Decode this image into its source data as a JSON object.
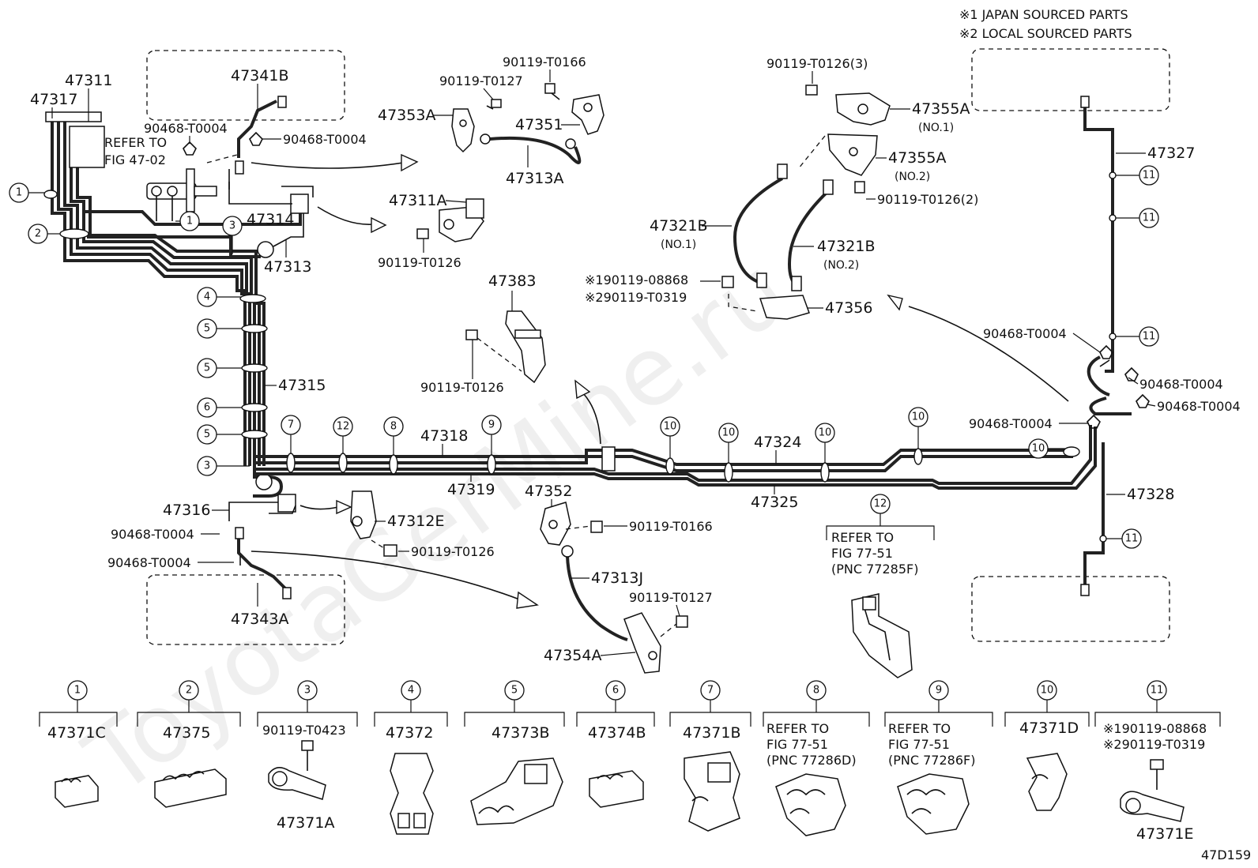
{
  "notes": {
    "japan": "※1 JAPAN SOURCED PARTS",
    "local": "※2 LOCAL SOURCED PARTS"
  },
  "fig_code": "47D159",
  "watermark": "ToyotaGerMine.ru",
  "labels": {
    "p47311": "47311",
    "p47317": "47317",
    "p47341B": "47341B",
    "p90468_a": "90468-T0004",
    "p90468_b": "90468-T0004",
    "refer_fig_1": "REFER TO",
    "refer_fig_2": "FIG 47-02",
    "p47314": "47314",
    "p47313": "47313",
    "p47315": "47315",
    "p47316": "47316",
    "p90468_c": "90468-T0004",
    "p90468_d": "90468-T0004",
    "p47343A": "47343A",
    "p90119_T0166_a": "90119-T0166",
    "p90119_T0127_a": "90119-T0127",
    "p47353A": "47353A",
    "p47351": "47351",
    "p47313A": "47313A",
    "p47311A": "47311A",
    "p90119_T0126_a": "90119-T0126",
    "p47383": "47383",
    "p90119_T0126_b": "90119-T0126",
    "p47318": "47318",
    "p47319": "47319",
    "p47312E": "47312E",
    "p90119_T0126_c": "90119-T0126",
    "p47352": "47352",
    "p90119_T0166_b": "90119-T0166",
    "p47313J": "47313J",
    "p90119_T0127_b": "90119-T0127",
    "p47354A": "47354A",
    "p90119_T0126_3": "90119-T0126(3)",
    "p47355A_1": "47355A",
    "no1_a": "(NO.1)",
    "p47355A_2": "47355A",
    "no2_a": "(NO.2)",
    "p90119_T0126_2": "90119-T0126(2)",
    "p47321B_1": "47321B",
    "no1_b": "(NO.1)",
    "p47321B_2": "47321B",
    "no2_b": "(NO.2)",
    "p90119_08868": "※190119-08868",
    "p90119_T0319": "※290119-T0319",
    "p47356": "47356",
    "p47324": "47324",
    "p47325": "47325",
    "refer_77_51_a1": "REFER TO",
    "refer_77_51_a2": "FIG 77-51",
    "refer_77_51_a3": "(PNC 77285F)",
    "p47327": "47327",
    "p90468_e": "90468-T0004",
    "p90468_f": "90468-T0004",
    "p90468_g": "90468-T0004",
    "p90468_h": "90468-T0004",
    "p47328": "47328"
  },
  "legend": [
    {
      "num": "1",
      "lines": [
        "47371C"
      ]
    },
    {
      "num": "2",
      "lines": [
        "47375"
      ]
    },
    {
      "num": "3",
      "lines": [
        "90119-T0423",
        "47371A"
      ]
    },
    {
      "num": "4",
      "lines": [
        "47372"
      ]
    },
    {
      "num": "5",
      "lines": [
        "47373B"
      ]
    },
    {
      "num": "6",
      "lines": [
        "47374B"
      ]
    },
    {
      "num": "7",
      "lines": [
        "47371B"
      ]
    },
    {
      "num": "8",
      "lines": [
        "REFER TO",
        "FIG 77-51",
        "(PNC 77286D)"
      ]
    },
    {
      "num": "9",
      "lines": [
        "REFER TO",
        "FIG 77-51",
        "(PNC 77286F)"
      ]
    },
    {
      "num": "10",
      "lines": [
        "47371D"
      ]
    },
    {
      "num": "11",
      "lines": [
        "※190119-08868",
        "※290119-T0319",
        "47371E"
      ]
    }
  ],
  "callouts": {
    "c1": "1",
    "c2": "2",
    "c3": "3",
    "c4": "4",
    "c5": "5",
    "c6": "6",
    "c7": "7",
    "c8": "8",
    "c9": "9",
    "c10": "10",
    "c11": "11",
    "c12": "12"
  }
}
